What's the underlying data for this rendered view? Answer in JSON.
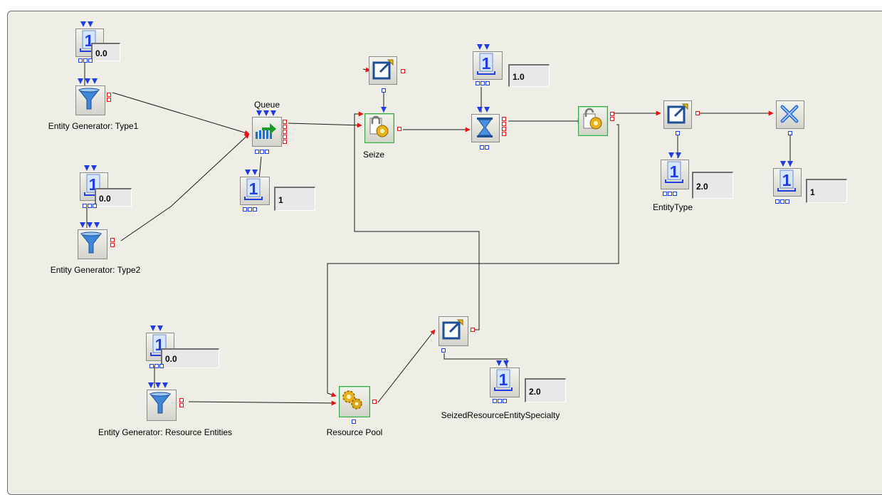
{
  "blocks": {
    "gen1": {
      "label": "Entity Generator: Type1",
      "counter_value": "0.0",
      "icon": "funnel-icon"
    },
    "gen2": {
      "label": "Entity Generator: Type2",
      "counter_value": "0.0",
      "icon": "funnel-icon"
    },
    "queue": {
      "label": "Queue",
      "counter_value": "1",
      "icon": "queue-icon"
    },
    "seize": {
      "label": "Seize",
      "icon": "seize-lock-icon"
    },
    "seize_attr": {
      "icon": "set-attribute-icon"
    },
    "server": {
      "counter_value": "1.0",
      "icon": "hourglass-icon"
    },
    "release": {
      "icon": "release-lock-icon"
    },
    "set_attr": {
      "label": "EntityType",
      "counter_value": "2.0",
      "icon": "set-attribute-icon"
    },
    "sink": {
      "counter_value": "1",
      "icon": "terminator-icon"
    },
    "gen3": {
      "label": "Entity Generator: Resource Entities",
      "counter_value": "0.0",
      "icon": "funnel-icon"
    },
    "pool": {
      "label": "Resource Pool",
      "icon": "gears-icon"
    },
    "pool_attr": {
      "label": "SeizedResourceEntitySpecialty",
      "counter_value": "2.0",
      "icon": "set-attribute-icon"
    }
  },
  "counter_icon_digit": "1",
  "colors": {
    "canvas_bg": "#eeeee6",
    "entity_port": "#e81010",
    "signal_port": "#1f3de0",
    "block_selected_border": "#3aa84a"
  }
}
